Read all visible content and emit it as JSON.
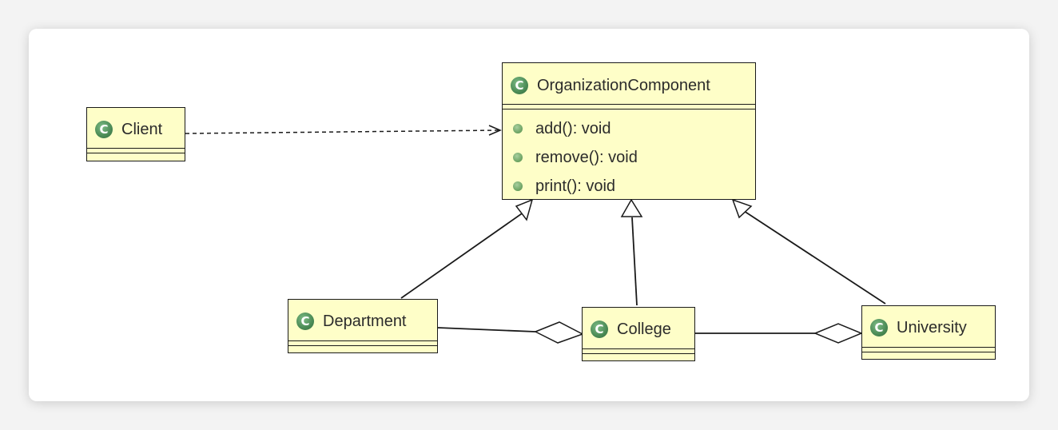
{
  "classes": {
    "organization_component": {
      "name": "OrganizationComponent",
      "icon": "class-icon",
      "icon_glyph": "C",
      "methods": [
        "add(): void",
        "remove(): void",
        "print(): void"
      ]
    },
    "client": {
      "name": "Client",
      "icon": "class-icon",
      "icon_glyph": "C"
    },
    "department": {
      "name": "Department",
      "icon": "class-icon",
      "icon_glyph": "C"
    },
    "college": {
      "name": "College",
      "icon": "class-icon",
      "icon_glyph": "C"
    },
    "university": {
      "name": "University",
      "icon": "class-icon",
      "icon_glyph": "C"
    }
  },
  "relationships": [
    {
      "from": "Client",
      "to": "OrganizationComponent",
      "type": "dependency"
    },
    {
      "from": "Department",
      "to": "OrganizationComponent",
      "type": "generalization"
    },
    {
      "from": "College",
      "to": "OrganizationComponent",
      "type": "generalization"
    },
    {
      "from": "University",
      "to": "OrganizationComponent",
      "type": "generalization"
    },
    {
      "from": "Department",
      "to": "College",
      "type": "aggregation"
    },
    {
      "from": "College",
      "to": "University",
      "type": "aggregation"
    }
  ],
  "colors": {
    "class_fill": "#fefec8",
    "class_border": "#1a1a1a",
    "class_icon": "#4a8a55",
    "method_dot": "#6aa160"
  }
}
